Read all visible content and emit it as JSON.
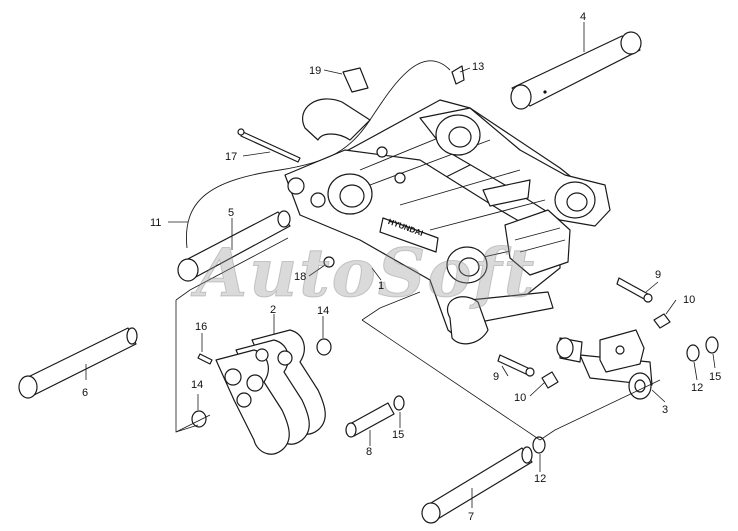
{
  "watermark": "AutoSoft",
  "badge": "HYUNDAI",
  "callouts": [
    {
      "id": "c1",
      "text": "1"
    },
    {
      "id": "c2",
      "text": "2"
    },
    {
      "id": "c3",
      "text": "3"
    },
    {
      "id": "c4",
      "text": "4"
    },
    {
      "id": "c5",
      "text": "5"
    },
    {
      "id": "c6",
      "text": "6"
    },
    {
      "id": "c7",
      "text": "7"
    },
    {
      "id": "c8",
      "text": "8"
    },
    {
      "id": "c9a",
      "text": "9"
    },
    {
      "id": "c9b",
      "text": "9"
    },
    {
      "id": "c10a",
      "text": "10"
    },
    {
      "id": "c10b",
      "text": "10"
    },
    {
      "id": "c11",
      "text": "11"
    },
    {
      "id": "c12a",
      "text": "12"
    },
    {
      "id": "c12b",
      "text": "12"
    },
    {
      "id": "c13",
      "text": "13"
    },
    {
      "id": "c14a",
      "text": "14"
    },
    {
      "id": "c14b",
      "text": "14"
    },
    {
      "id": "c15a",
      "text": "15"
    },
    {
      "id": "c15b",
      "text": "15"
    },
    {
      "id": "c16",
      "text": "16"
    },
    {
      "id": "c17",
      "text": "17"
    },
    {
      "id": "c18",
      "text": "18"
    },
    {
      "id": "c19",
      "text": "19"
    }
  ]
}
